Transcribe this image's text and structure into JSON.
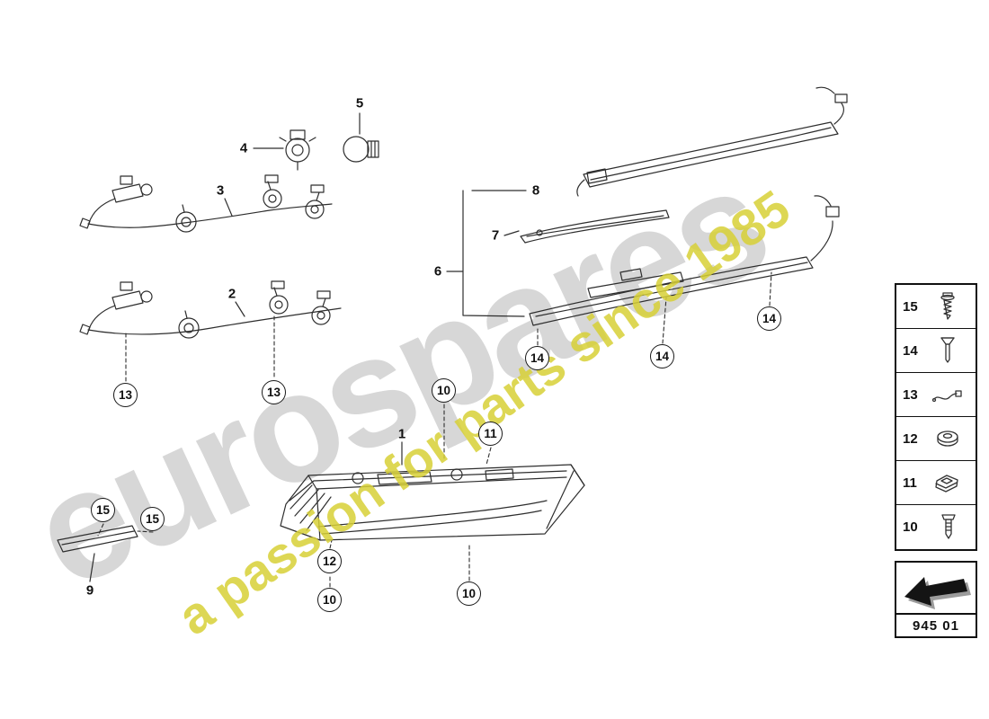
{
  "watermark": {
    "brand": "eurospares",
    "tagline": "a passion for parts since 1985"
  },
  "callouts": [
    {
      "id": "13"
    },
    {
      "id": "13"
    },
    {
      "id": "10"
    },
    {
      "id": "11"
    },
    {
      "id": "14"
    },
    {
      "id": "14"
    },
    {
      "id": "14"
    },
    {
      "id": "12"
    },
    {
      "id": "10"
    },
    {
      "id": "10"
    },
    {
      "id": "15"
    },
    {
      "id": "15"
    }
  ],
  "labels": [
    {
      "id": "5"
    },
    {
      "id": "4"
    },
    {
      "id": "3"
    },
    {
      "id": "2"
    },
    {
      "id": "8"
    },
    {
      "id": "7"
    },
    {
      "id": "6"
    },
    {
      "id": "1"
    },
    {
      "id": "9"
    }
  ],
  "legend": {
    "rows": [
      {
        "number": "15",
        "icon": "screw-icon"
      },
      {
        "number": "14",
        "icon": "countersunk-screw-icon"
      },
      {
        "number": "13",
        "icon": "wiring-icon"
      },
      {
        "number": "12",
        "icon": "grommet-icon"
      },
      {
        "number": "11",
        "icon": "clip-icon"
      },
      {
        "number": "10",
        "icon": "rivet-icon"
      }
    ],
    "part_group_code": "945 01"
  }
}
